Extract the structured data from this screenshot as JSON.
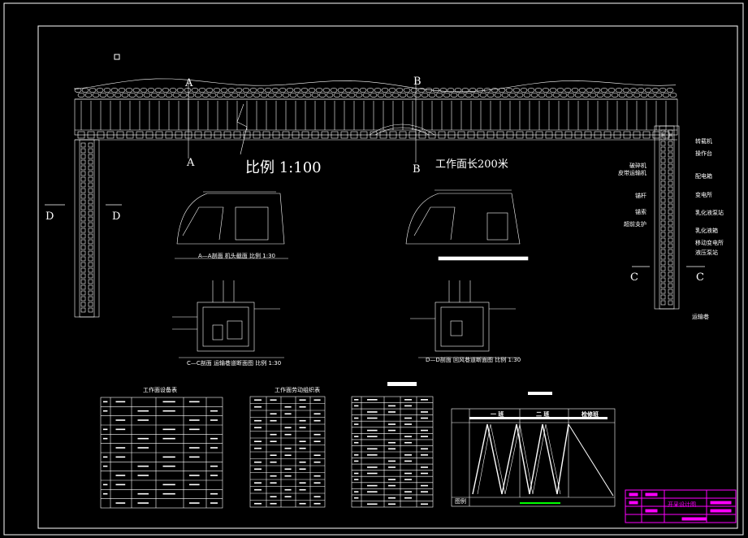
{
  "title_scale": "比例  1:100",
  "face_length": "工作面长200米",
  "section_labels": {
    "A": "A",
    "B": "B",
    "C": "C",
    "D": "D"
  },
  "right_callouts": [
    "转载机",
    "操作台",
    "配电箱",
    "变电所",
    "乳化液泵站",
    "乳化液箱",
    "移动变电所",
    "液压泵站"
  ],
  "left_callouts": [
    "破碎机",
    "皮带运输机",
    "锚杆",
    "锚索",
    "超前支护"
  ],
  "bottom_right_callout": "运输巷",
  "section_captions": {
    "aa": "A—A剖面  机头截面  比例 1:30",
    "cc": "C—C剖面  运输巷道断面图  比例 1:30",
    "dd": "D—D剖面  回风巷道断面图  比例 1:30"
  },
  "table_titles": {
    "t1": "工作面设备表",
    "t2": "工作面劳动组织表"
  },
  "cycle_chart": {
    "title_shifts": [
      "一 班",
      "二 班",
      "检修班"
    ],
    "legend_label": "图例"
  },
  "title_block": {
    "label": "开采设计图"
  },
  "colors": {
    "line": "#ffffff",
    "magenta": "#ff00ff",
    "green": "#00ff00",
    "bg": "#000000"
  }
}
